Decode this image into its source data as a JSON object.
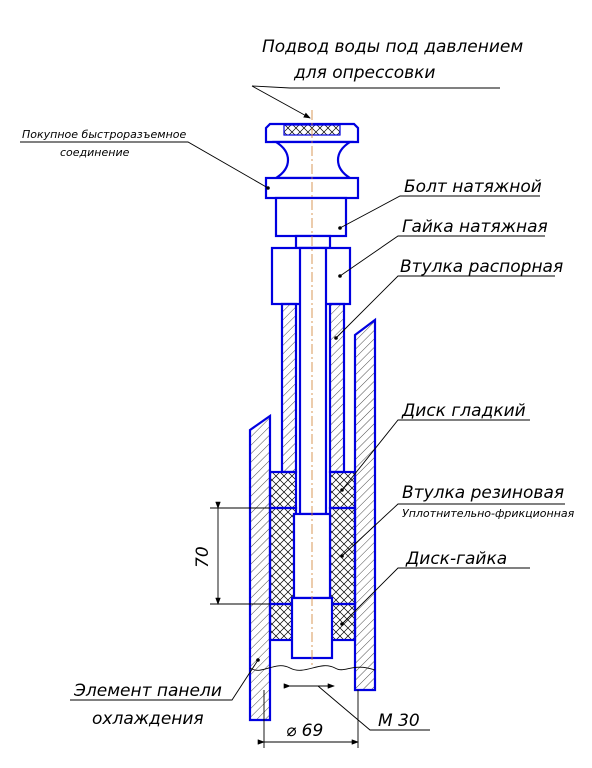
{
  "labels": {
    "water_supply_line1": "Подвод воды под давлением",
    "water_supply_line2": "для опрессовки",
    "quick_connect_line1": "Покупное быстроразъемное",
    "quick_connect_line2": "соединение",
    "tension_bolt": "Болт натяжной",
    "tension_nut": "Гайка натяжная",
    "spacer_sleeve": "Втулка распорная",
    "smooth_disk": "Диск гладкий",
    "rubber_sleeve": "Втулка резиновая",
    "rubber_sleeve_note": "Уплотнительно-фрикционная",
    "disk_nut": "Диск-гайка",
    "panel_element_line1": "Элемент панели",
    "panel_element_line2": "охлаждения"
  },
  "dimensions": {
    "height_70": "70",
    "diameter_69": "⌀ 69",
    "thread_m30": "М 30"
  },
  "colors": {
    "outline": "#0000e0",
    "axis": "#d08030",
    "annotation": "#000000"
  }
}
